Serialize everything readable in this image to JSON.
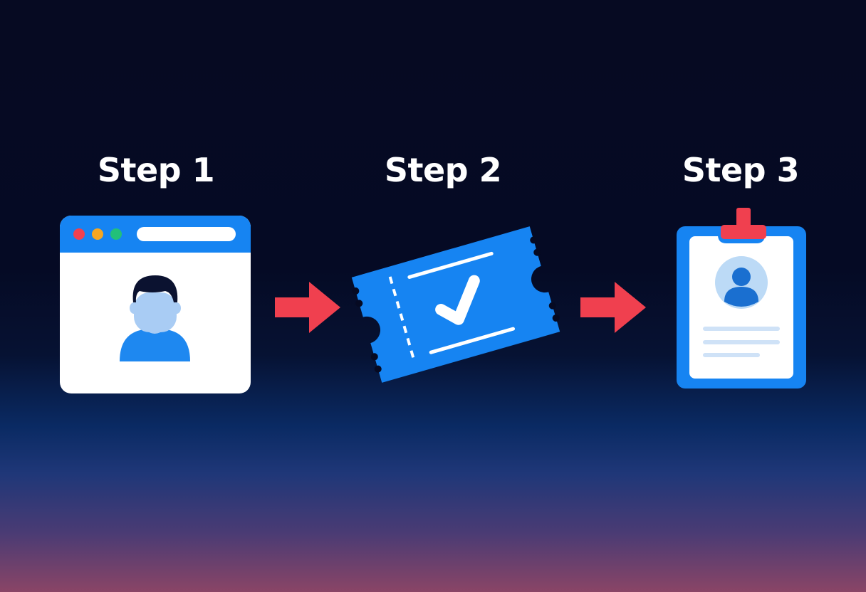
{
  "steps": [
    {
      "title": "Step 1",
      "icon": "browser-profile-icon"
    },
    {
      "title": "Step 2",
      "icon": "verified-ticket-icon"
    },
    {
      "title": "Step 3",
      "icon": "id-badge-icon"
    }
  ],
  "colors": {
    "accent_blue": "#1684f2",
    "arrow_red": "#f0404f",
    "background_top": "#060a22",
    "background_bottom": "#8a4566"
  }
}
